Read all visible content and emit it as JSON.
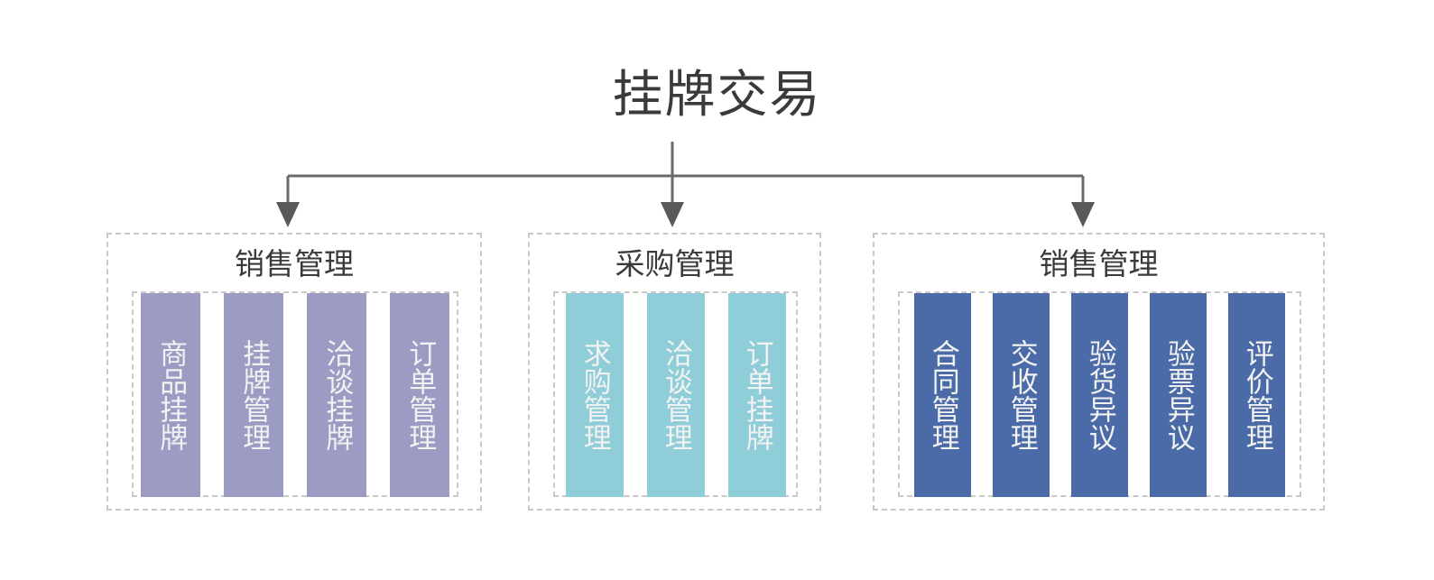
{
  "diagram": {
    "root": {
      "title": "挂牌交易"
    },
    "connector": {
      "line_color": "#6b6b6b",
      "arrow_color": "#595959"
    },
    "colors": {
      "group_border": "#c9c9c9",
      "item_text": "#f2f2f2",
      "title_text": "#3a3a3a",
      "purple": "#9b9bc4",
      "teal": "#8fcdd8",
      "blue": "#4a6ba8"
    },
    "groups": [
      {
        "title": "销售管理",
        "color": "#9b9bc4",
        "items": [
          {
            "label": "商品挂牌"
          },
          {
            "label": "挂牌管理"
          },
          {
            "label": "洽谈挂牌"
          },
          {
            "label": "订单管理"
          }
        ]
      },
      {
        "title": "采购管理",
        "color": "#8fcdd8",
        "items": [
          {
            "label": "求购管理"
          },
          {
            "label": "洽谈管理"
          },
          {
            "label": "订单挂牌"
          }
        ]
      },
      {
        "title": "销售管理",
        "color": "#4a6ba8",
        "items": [
          {
            "label": "合同管理"
          },
          {
            "label": "交收管理"
          },
          {
            "label": "验货异议"
          },
          {
            "label": "验票异议"
          },
          {
            "label": "评价管理"
          }
        ]
      }
    ]
  }
}
